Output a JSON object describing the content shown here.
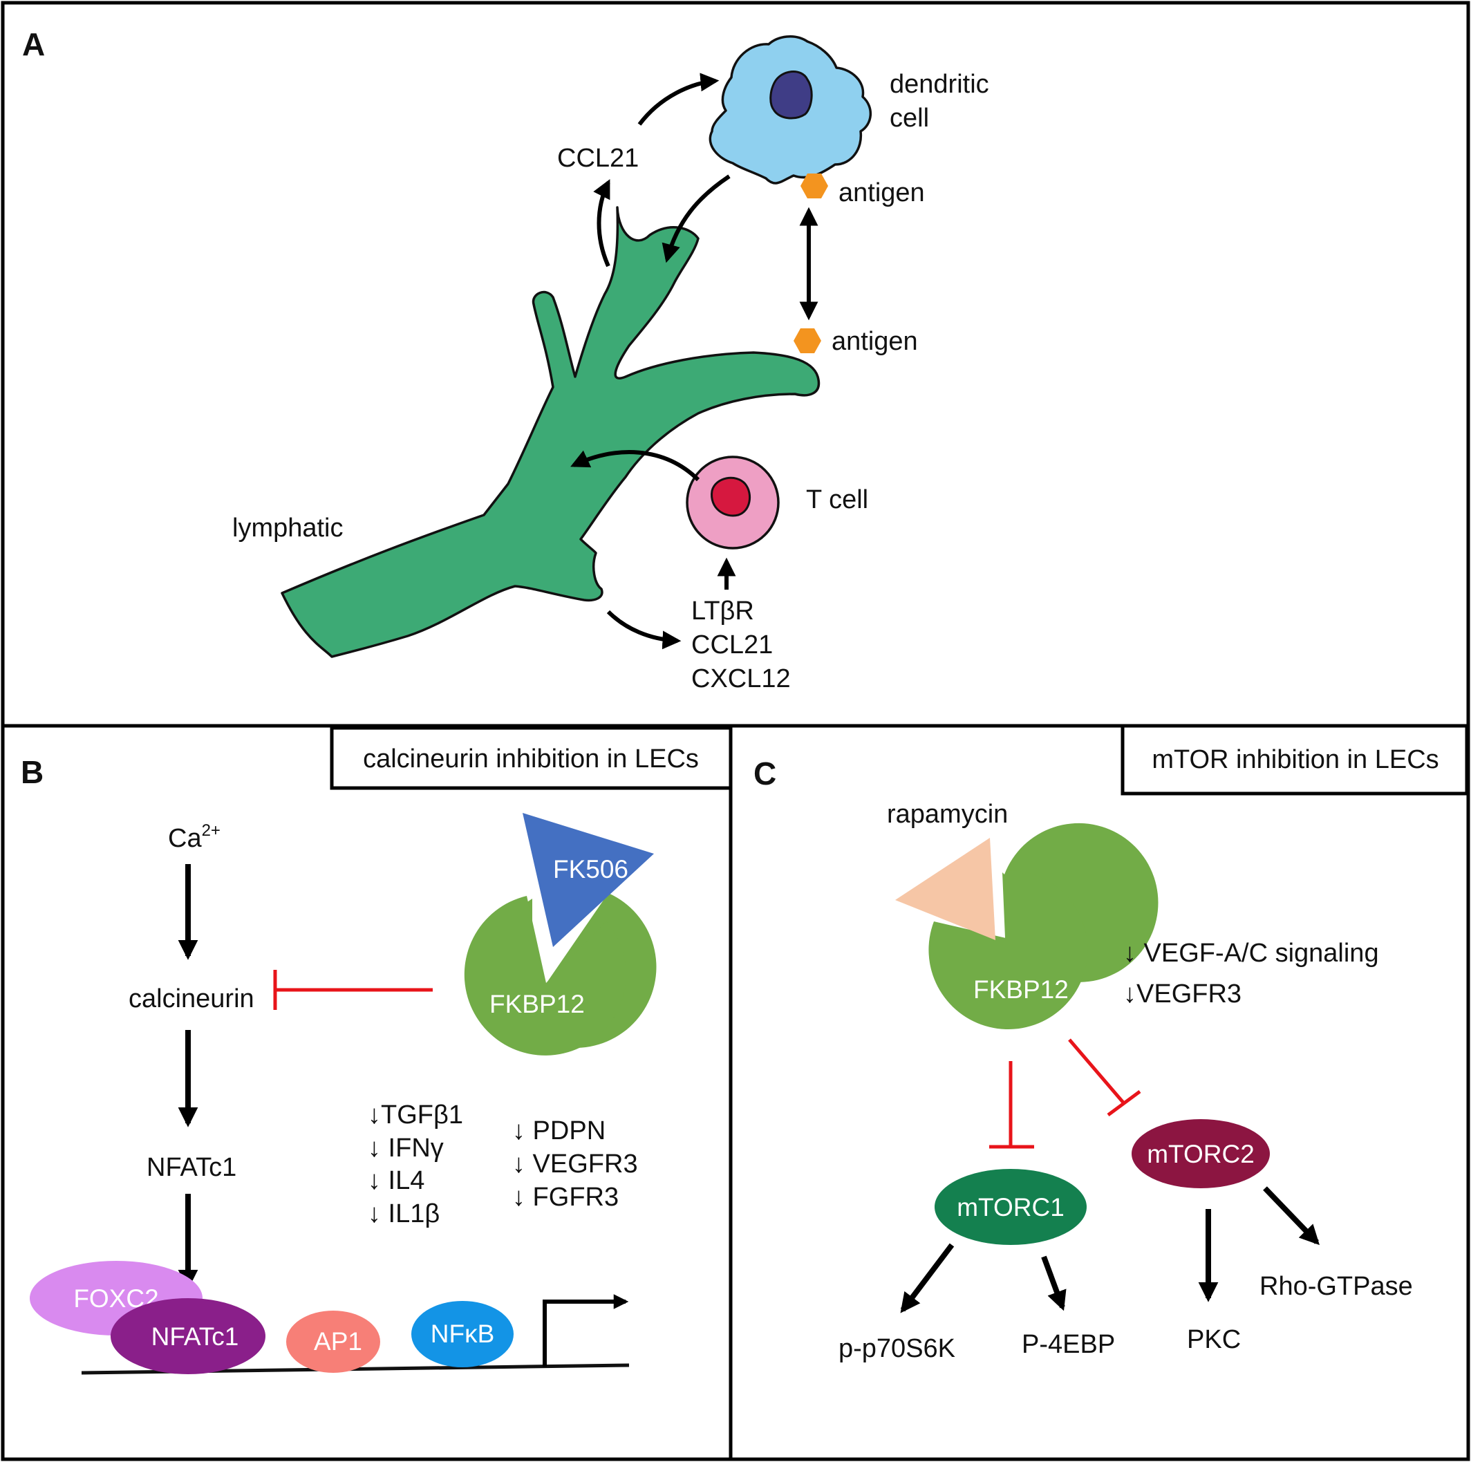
{
  "panel_a": {
    "letter": "A",
    "dendritic_cell_line1": "dendritic",
    "dendritic_cell_line2": "cell",
    "ccl21": "CCL21",
    "antigen_dc": "antigen",
    "antigen_lymphatic": "antigen",
    "t_cell": "T cell",
    "lymphatic": "lymphatic",
    "factors": [
      "LTβR",
      "CCL21",
      "CXCL12"
    ]
  },
  "panel_b": {
    "letter": "B",
    "title": "calcineurin inhibition in LECs",
    "ca_base": "Ca",
    "ca_sup": "2+",
    "calcineurin": "calcineurin",
    "nfatc1": "NFATc1",
    "fk506": "FK506",
    "fkbp12": "FKBP12",
    "down_list_1": [
      "↓TGFβ1",
      "↓ IFNγ",
      "↓ IL4",
      "↓ IL1β"
    ],
    "down_list_2": [
      "↓ PDPN",
      "↓ VEGFR3",
      "↓ FGFR3"
    ],
    "foxc2": "FOXC2",
    "nfatc1_dna": "NFATc1",
    "ap1": "AP1",
    "nfkb": "NFκB"
  },
  "panel_c": {
    "letter": "C",
    "title": "mTOR inhibition in LECs",
    "rapamycin": "rapamycin",
    "fkbp12": "FKBP12",
    "vegf_signaling": "↓ VEGF-A/C signaling",
    "vegfr3": "↓VEGFR3",
    "mtorc1": "mTORC1",
    "mtorc2": "mTORC2",
    "p70s6k": "p-p70S6K",
    "p4ebp": "P-4EBP",
    "pkc": "PKC",
    "rho": "Rho-GTPase"
  },
  "colors": {
    "lymphatic_green": "#3daa75",
    "dendritic_blue": "#8fd0ef",
    "nucleus_purple": "#3f3d86",
    "antigen_orange": "#f3941f",
    "tcell_pink": "#ee9fc4",
    "tcell_nucleus": "#d6183f",
    "inhibit_red": "#e8141a",
    "fkbp_green": "#72ac47",
    "fk506_blue": "#4470c2",
    "rapamycin_peach": "#f6c6a6",
    "foxc2_lilac": "#d98aef",
    "nfatc1_purple": "#8a1f8a",
    "ap1_salmon": "#f77f77",
    "nfkb_blue": "#1394e6",
    "mtorc1_green": "#14804f",
    "mtorc2_maroon": "#8c1541"
  }
}
